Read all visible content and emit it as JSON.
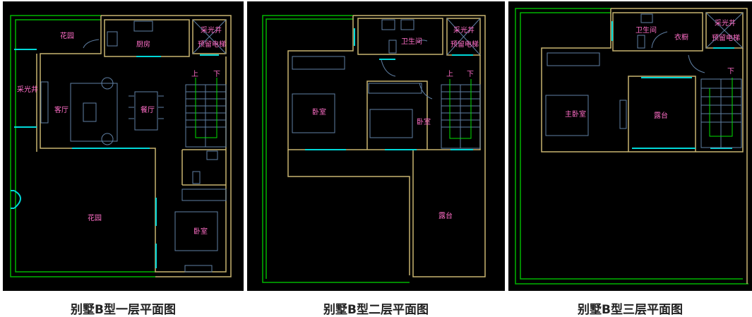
{
  "colors": {
    "background": "#000000",
    "wall": "#c8b470",
    "outline": "#00b400",
    "window": "#00d8d8",
    "label": "#ff6ec7",
    "furniture": "#5f7fa3"
  },
  "panels": [
    {
      "caption": "别墅B型一层平面图",
      "labels": {
        "garden_top": "花园",
        "kitchen": "厨房",
        "lightwell": "采光井",
        "elevator": "预留电梯",
        "lightwell_side": "采光井",
        "living": "客厅",
        "dining": "餐厅",
        "up": "上",
        "down": "下",
        "garden": "花园",
        "bedroom": "卧室"
      }
    },
    {
      "caption": "别墅B型二层平面图",
      "labels": {
        "bathroom": "卫生间",
        "lightwell": "采光井",
        "elevator": "预留电梯",
        "bedroom1": "卧室",
        "bedroom2": "卧室",
        "up": "上",
        "down": "下",
        "terrace": "露台"
      }
    },
    {
      "caption": "别墅B型三层平面图",
      "labels": {
        "bathroom": "卫生间",
        "closet": "衣橱",
        "lightwell": "采光井",
        "elevator": "预留电梯",
        "down": "下",
        "master_bedroom": "主卧室",
        "terrace": "露台"
      }
    }
  ]
}
